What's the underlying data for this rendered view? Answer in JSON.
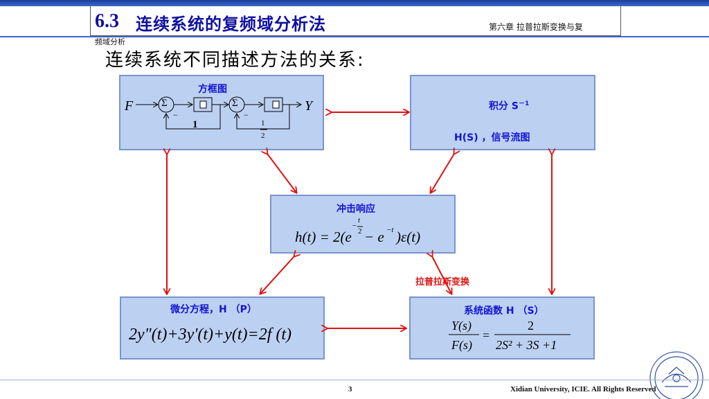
{
  "header": {
    "section_number": "6.3",
    "section_title": "连续系统的复频域分析法",
    "chapter_line1": "第六章 拉普拉斯变换与复",
    "chapter_line2": "频域分析"
  },
  "subtitle": "连续系统不同描述方法的关系:",
  "block_diagram": {
    "label": "方框图",
    "input": "F",
    "output": "Y",
    "sum_symbol": "Σ",
    "minus": "−",
    "gain1": "1",
    "gain2_num": "1",
    "gain2_den": "2"
  },
  "integral_box": {
    "line1": "积分 S",
    "line1_sup": "－1",
    "line2": "H(S) ，信号流图"
  },
  "impulse_box": {
    "label": "冲击响应",
    "eq_lhs": "h(t) = 2(e",
    "eq_exp_num": "t",
    "eq_exp_sign": "−",
    "eq_exp_den": "2",
    "eq_mid": " − e",
    "eq_mid_exp": "−t",
    "eq_rhs": ")ε(t)"
  },
  "diff_box": {
    "label": "微分方程，H （P）",
    "equation": "2y\"(t)+3y'(t)+y(t)=2f (t)"
  },
  "system_box": {
    "label": "系统函数 H （S）",
    "frac_left_num": "Y(s)",
    "frac_left_den": "F(s)",
    "equals": "=",
    "frac_right_num": "2",
    "frac_right_den": "2S² + 3S +1"
  },
  "laplace_label": "拉普拉斯变换",
  "footer": {
    "page": "3",
    "text": "Xidian University, ICIE. All Rights Reserved"
  },
  "colors": {
    "box_fill": "#bcd1f2",
    "box_border": "#7a93c9",
    "label_blue": "#1414d0",
    "arrow_red": "#e01010",
    "title_blue": "#1010a0"
  }
}
